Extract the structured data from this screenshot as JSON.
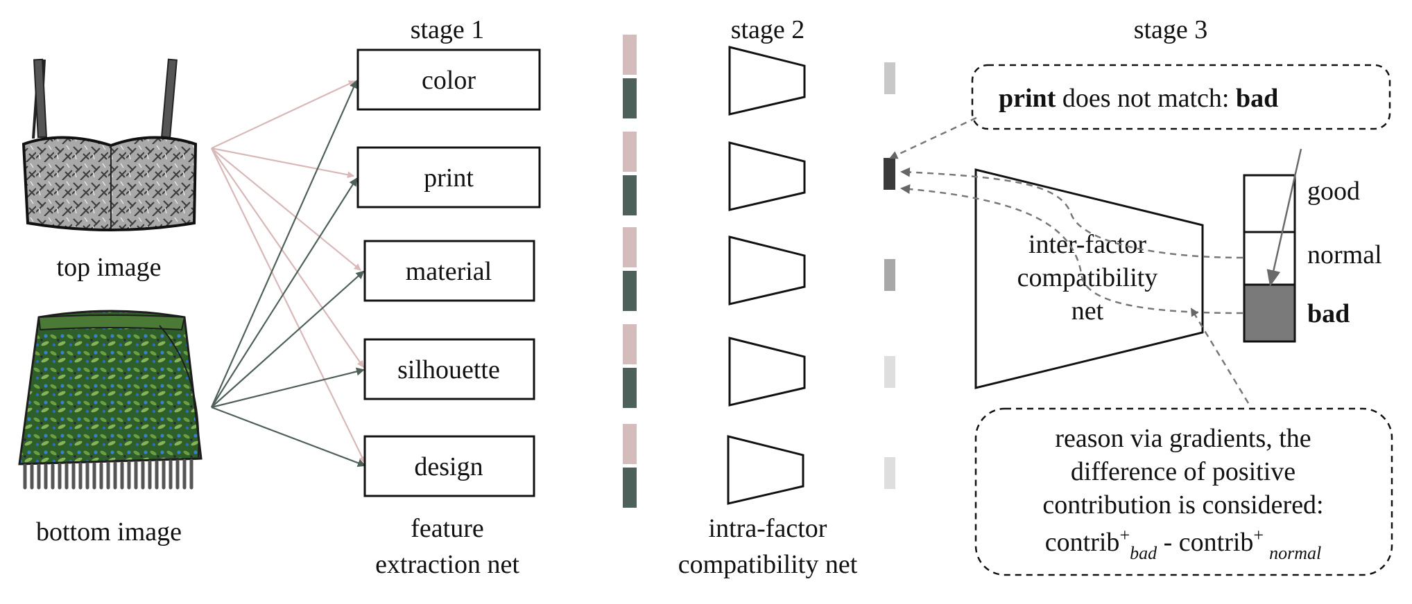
{
  "stages": {
    "stage1_title": "stage 1",
    "stage2_title": "stage 2",
    "stage3_title": "stage 3"
  },
  "inputs": {
    "top_label": "top image",
    "bottom_label": "bottom image"
  },
  "factors": [
    "color",
    "print",
    "material",
    "silhouette",
    "design"
  ],
  "stage1_caption": [
    "feature",
    "extraction net"
  ],
  "stage2_caption": [
    "intra-factor",
    "compatibility net"
  ],
  "inter_net": [
    "inter-factor",
    "compatibility",
    "net"
  ],
  "ratings": {
    "good": "good",
    "normal": "normal",
    "bad": "bad"
  },
  "callout_top": {
    "bold_start": "print",
    "middle": " does not match: ",
    "bold_end": "bad"
  },
  "callout_bottom": {
    "line1": "reason via gradients, the",
    "line2": "difference of positive",
    "line3": "contribution is considered:",
    "contrib": "contrib",
    "plus": "+",
    "sub_bad": "bad",
    "dash": " - ",
    "sub_normal": "normal"
  },
  "colors": {
    "top_feature": "#d4bcbc",
    "bottom_feature": "#4d615a",
    "arrow_top": "#d8b8b8",
    "arrow_bottom": "#4f6059",
    "bad_cell": "#7a7a7a",
    "score_shades": [
      "#c8c8c8",
      "#3a3a3a",
      "#a8a8a8",
      "#dedede",
      "#dedede"
    ]
  }
}
